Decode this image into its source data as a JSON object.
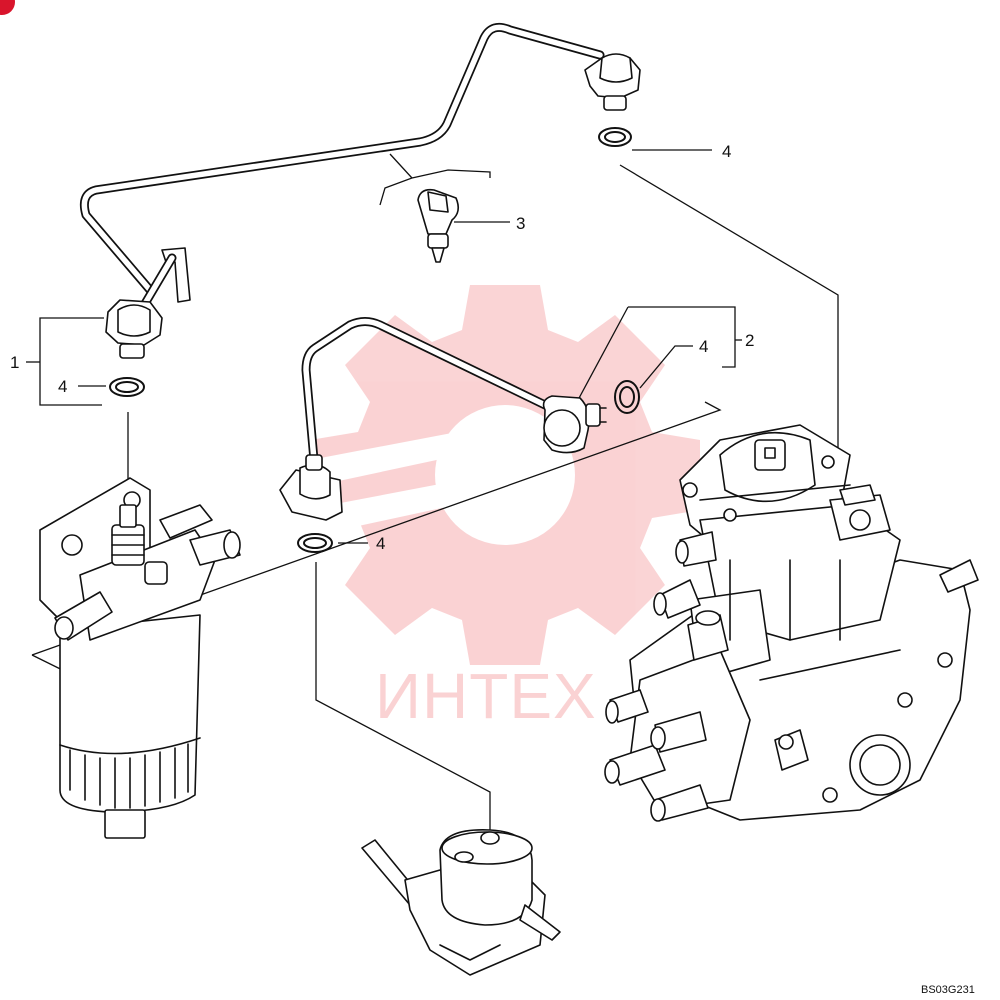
{
  "callouts": {
    "c1": "1",
    "c2": "2",
    "c3": "3",
    "c4a": "4",
    "c4b": "4",
    "c4c": "4",
    "c4d": "4"
  },
  "drawing_code": "BS03G231",
  "watermark": {
    "text": "ИНТЕХ",
    "color": "#e8262b",
    "icon": "gear-logo-icon"
  },
  "corner_badge_color": "#d9152c"
}
